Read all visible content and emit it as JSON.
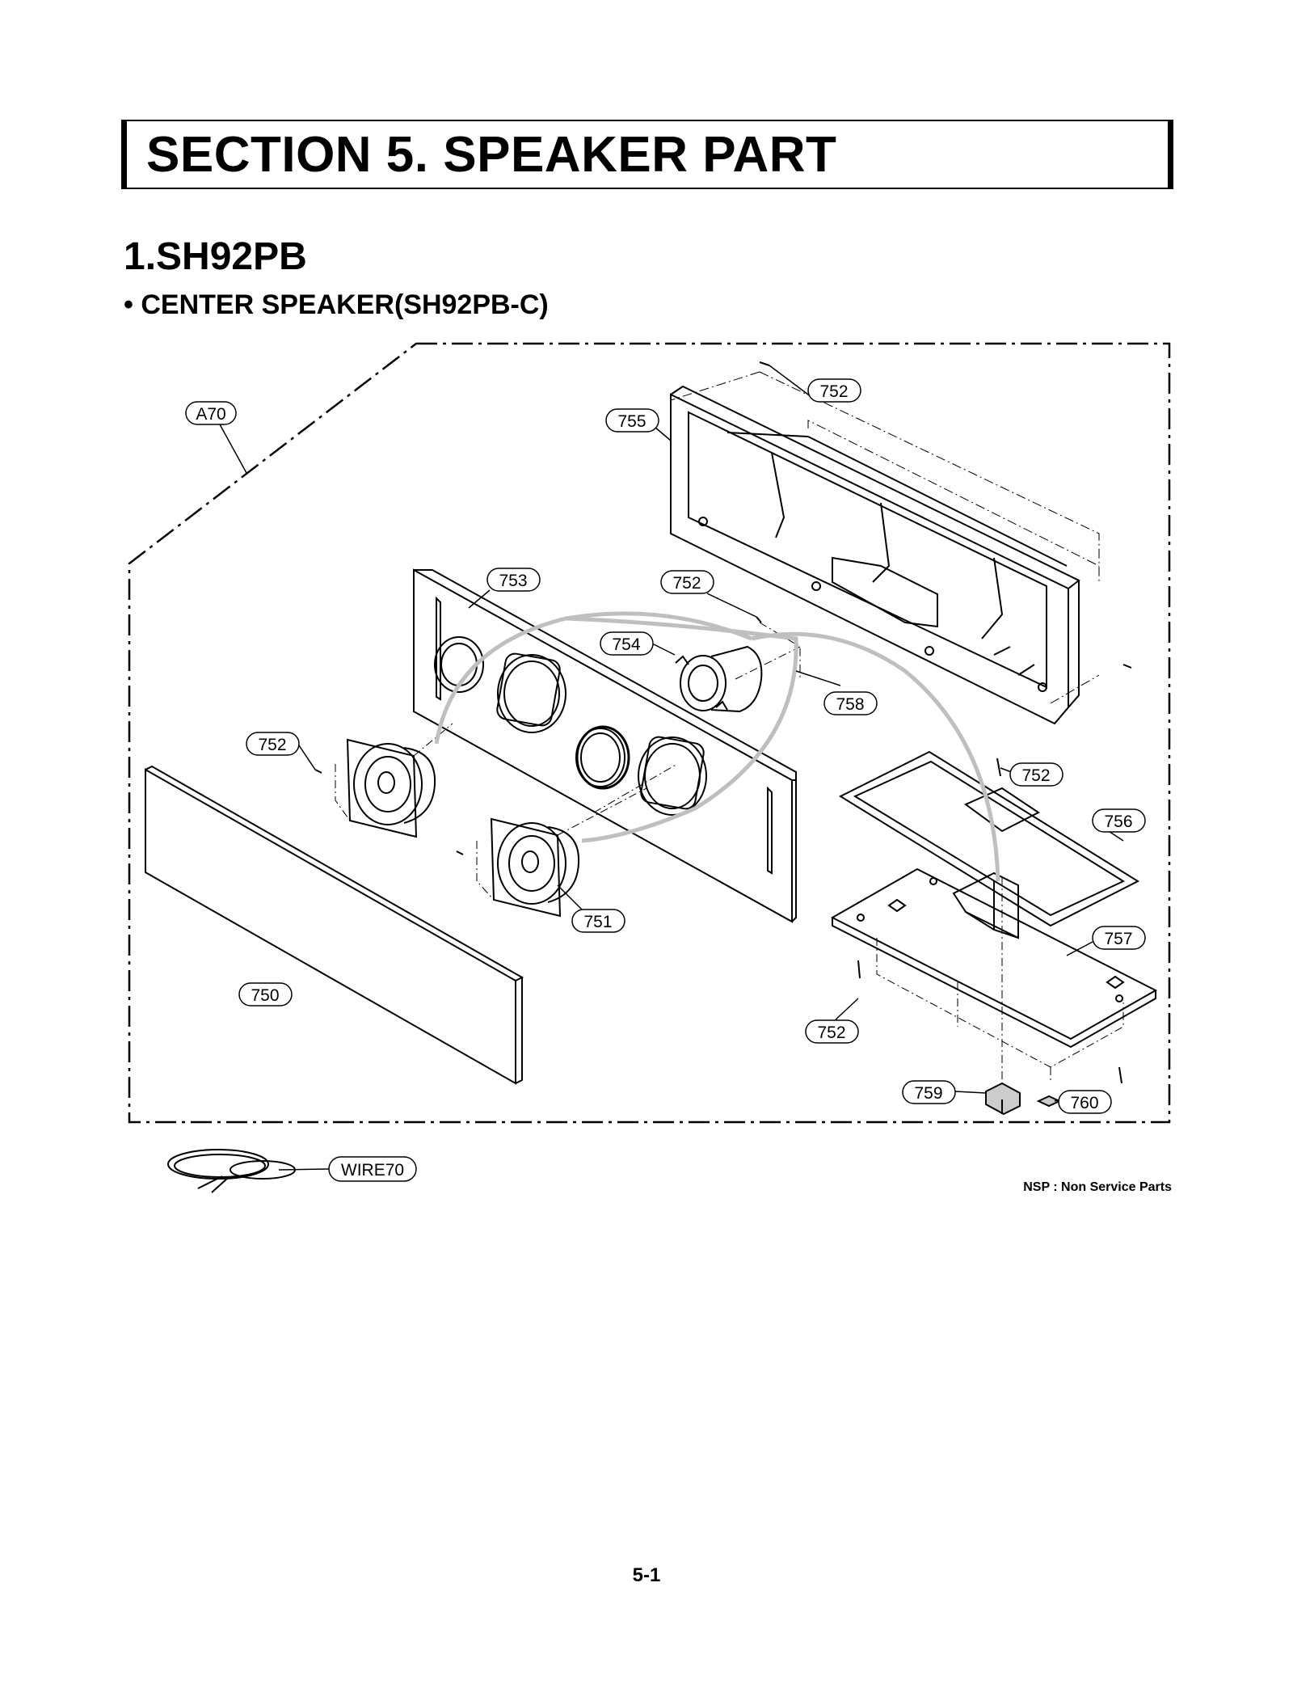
{
  "header": {
    "section_title": "SECTION 5. SPEAKER PART",
    "model_title": "1.SH92PB",
    "subsection_title": "• CENTER SPEAKER(SH92PB-C)"
  },
  "callouts": {
    "a70": "A70",
    "c750": "750",
    "c751": "751",
    "c752_top": "752",
    "c752_mid": "752",
    "c752_left": "752",
    "c752_right": "752",
    "c752_bottom": "752",
    "c753": "753",
    "c754": "754",
    "c755": "755",
    "c756": "756",
    "c757": "757",
    "c758": "758",
    "c759": "759",
    "c760": "760",
    "wire70": "WIRE70"
  },
  "footer": {
    "nsp_note": "NSP : Non Service Parts",
    "page_number": "5-1"
  }
}
